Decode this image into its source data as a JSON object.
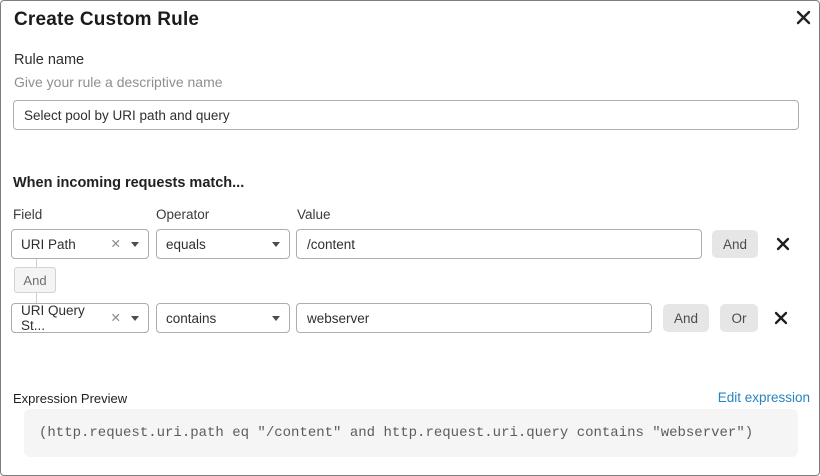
{
  "dialog": {
    "title": "Create Custom Rule"
  },
  "rule_name": {
    "label": "Rule name",
    "helper": "Give your rule a descriptive name",
    "value": "Select pool by URI path and query"
  },
  "matcher": {
    "heading": "When incoming requests match...",
    "columns": {
      "field": "Field",
      "operator": "Operator",
      "value": "Value"
    },
    "connector_label": "And",
    "rows": [
      {
        "field": "URI Path",
        "operator": "equals",
        "value": "/content",
        "and_label": "And"
      },
      {
        "field": "URI Query St...",
        "operator": "contains",
        "value": "webserver",
        "and_label": "And",
        "or_label": "Or"
      }
    ]
  },
  "expression": {
    "label": "Expression Preview",
    "edit_link": "Edit expression",
    "code": "(http.request.uri.path eq \"/content\" and http.request.uri.query contains \"webserver\")"
  },
  "colors": {
    "link_blue": "#2684c1",
    "button_gray": "#e6e6e6",
    "code_background": "#f5f5f5",
    "border_gray": "#adadad"
  }
}
